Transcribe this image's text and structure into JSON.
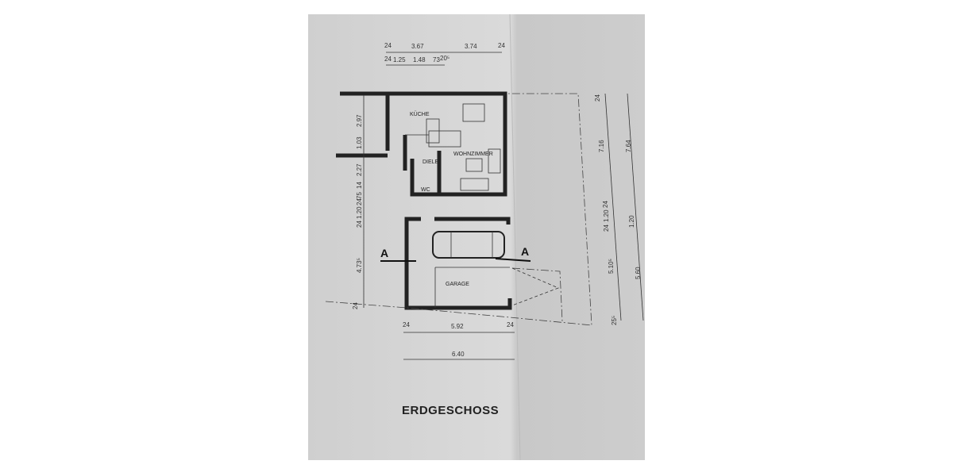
{
  "sheet": {
    "title": "ERDGESCHOSS",
    "paper_color": "#d4d4d4",
    "paper_shadow_color": "#c2c2c2"
  },
  "rooms": {
    "kitchen": "KÜCHE",
    "living": "WOHNZIMMER",
    "hall": "DIELE",
    "wc": "WC",
    "garage": "GARAGE"
  },
  "section_marks": {
    "left": "A",
    "right": "A"
  },
  "dimensions": {
    "top_row1": [
      "24",
      "3.67",
      "3.74",
      "24"
    ],
    "top_row2": [
      "24",
      "1.25",
      "1.48",
      "73",
      "20⁵"
    ],
    "left": [
      "2.97",
      "1.03",
      "2.27",
      "14",
      "75",
      "24",
      "1.20",
      "24",
      "4.73⁵",
      "24"
    ],
    "right_inner": [
      "24",
      "7.16",
      "24",
      "1.20",
      "24",
      "5.10⁵",
      "25⁵"
    ],
    "right_outer": [
      "7.64",
      "1.20",
      "5.60"
    ],
    "bottom_row1": [
      "24",
      "5.92",
      "24"
    ],
    "bottom_row2": "6.40"
  }
}
